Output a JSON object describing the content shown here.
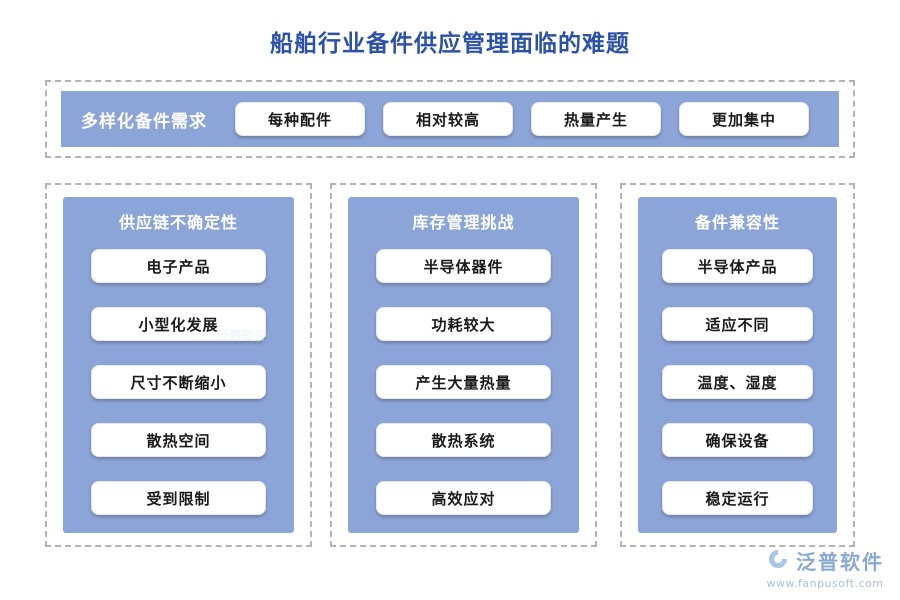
{
  "title": "船舶行业备件供应管理面临的难题",
  "top_section": {
    "label": "多样化备件需求",
    "items": [
      "每种配件",
      "相对较高",
      "热量产生",
      "更加集中"
    ]
  },
  "columns": [
    {
      "header": "供应链不确定性",
      "items": [
        "电子产品",
        "小型化发展",
        "尺寸不断缩小",
        "散热空间",
        "受到限制"
      ]
    },
    {
      "header": "库存管理挑战",
      "items": [
        "半导体器件",
        "功耗较大",
        "产生大量热量",
        "散热系统",
        "高效应对"
      ]
    },
    {
      "header": "备件兼容性",
      "items": [
        "半导体产品",
        "适应不同",
        "温度、湿度",
        "确保设备",
        "稳定运行"
      ]
    }
  ],
  "watermark": {
    "brand": "泛普软件",
    "url": "www.fanpusoft.com"
  },
  "colors": {
    "panel": "#8ca5d9",
    "title": "#2b52a8"
  }
}
